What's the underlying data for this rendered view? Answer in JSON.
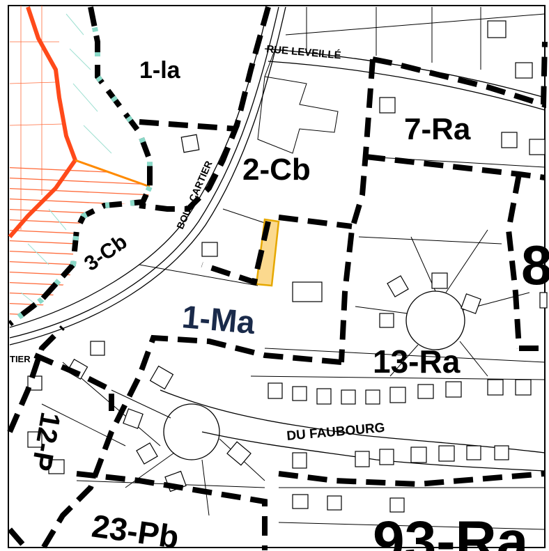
{
  "map": {
    "zones": [
      {
        "id": "1-la",
        "label": "1-la"
      },
      {
        "id": "2-Cb",
        "label": "2-Cb"
      },
      {
        "id": "3-Cb",
        "label": "3-Cb"
      },
      {
        "id": "7-Ra",
        "label": "7-Ra"
      },
      {
        "id": "1-Ma",
        "label": "1-Ma"
      },
      {
        "id": "13-Ra",
        "label": "13-Ra"
      },
      {
        "id": "12-P",
        "label": "12-P"
      },
      {
        "id": "23-Pb",
        "label": "23-Pb"
      },
      {
        "id": "93-Ra",
        "label": "93-Ra"
      },
      {
        "id": "8",
        "label": "8"
      }
    ],
    "streets": [
      {
        "id": "rue-leveille",
        "label": "RUE LEVEILLÉ"
      },
      {
        "id": "boul-cartier",
        "label": "BOUL CARTIER"
      },
      {
        "id": "du-faubourg",
        "label": "DU FAUBOURG"
      },
      {
        "id": "cartier-left",
        "label": "TIER"
      }
    ],
    "colors": {
      "zone_boundary": "#000000",
      "municipal_boundary": "#ff4a1a",
      "hatch": "#ff6a3a",
      "teal_line": "#8ad9c8",
      "highlight_fill": "#fbd98e",
      "highlight_stroke": "#e6a800"
    }
  }
}
